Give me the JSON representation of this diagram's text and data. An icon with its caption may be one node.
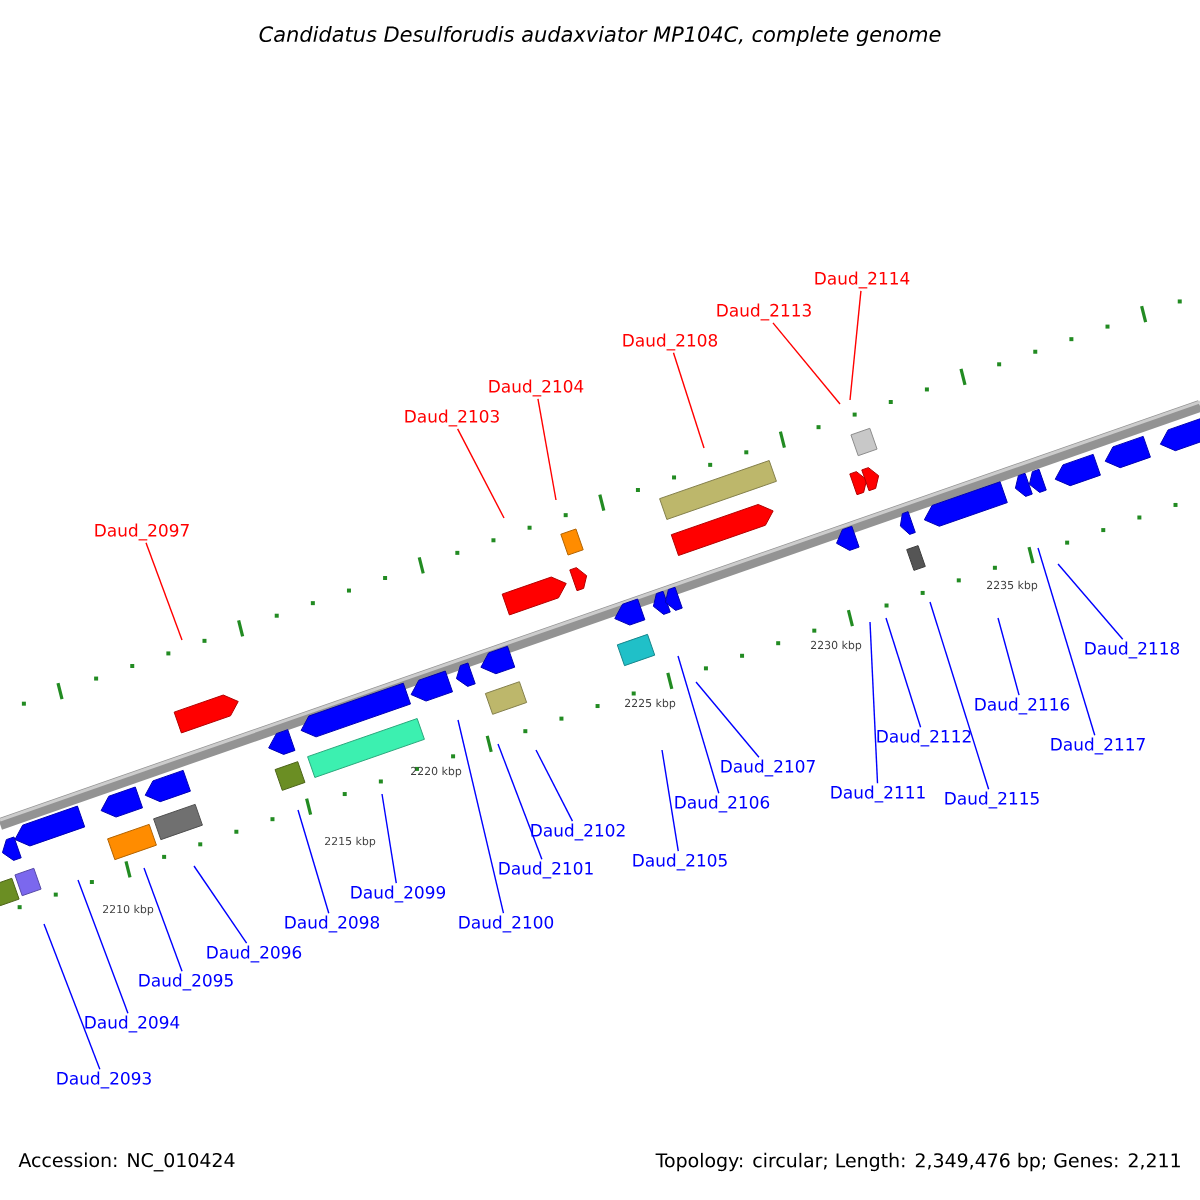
{
  "diagram": {
    "title": "Candidatus Desulforudis audaxviator MP104C, complete genome",
    "nodes": [
      {
        "text": [
          "Daud_2093"
        ]
      },
      {
        "text": [
          "Daud_2094"
        ]
      },
      {
        "text": [
          "Daud_2095"
        ]
      },
      {
        "text": [
          "Daud_2096"
        ]
      },
      {
        "text": [
          "Daud_2097"
        ]
      },
      {
        "text": [
          "Daud_2098"
        ]
      },
      {
        "text": [
          "Daud_2099"
        ]
      },
      {
        "text": [
          "Daud_2100"
        ]
      },
      {
        "text": [
          "Daud_2101"
        ]
      },
      {
        "text": [
          "Daud_2102"
        ]
      },
      {
        "text": [
          "Daud_2103"
        ]
      },
      {
        "text": [
          "Daud_2104"
        ]
      },
      {
        "text": [
          "Daud_2105"
        ]
      },
      {
        "text": [
          "Daud_2106"
        ]
      },
      {
        "text": [
          "Daud_2107"
        ]
      },
      {
        "text": [
          "Daud_2108"
        ]
      },
      {
        "text": [
          "Daud_2111"
        ]
      },
      {
        "text": [
          "Daud_2112"
        ]
      },
      {
        "text": [
          "Daud_2113"
        ]
      },
      {
        "text": [
          "Daud_2114"
        ]
      },
      {
        "text": [
          "Daud_2115"
        ]
      },
      {
        "text": [
          "Daud_2116"
        ]
      },
      {
        "text": [
          "Daud_2117"
        ]
      },
      {
        "text": [
          "Daud_2118"
        ]
      }
    ],
    "edges": [
      {
        "from": 0,
        "to": null,
        "arrow": "none"
      },
      {
        "from": 1,
        "to": null,
        "arrow": "none"
      },
      {
        "from": 2,
        "to": null,
        "arrow": "none"
      },
      {
        "from": 3,
        "to": null,
        "arrow": "none"
      },
      {
        "from": 4,
        "to": null,
        "arrow": "none",
        "color": "#ff0000"
      },
      {
        "from": 5,
        "to": null,
        "arrow": "none"
      },
      {
        "from": 6,
        "to": null,
        "arrow": "none"
      },
      {
        "from": 7,
        "to": null,
        "arrow": "none"
      },
      {
        "from": 8,
        "to": null,
        "arrow": "none"
      },
      {
        "from": 9,
        "to": null,
        "arrow": "none"
      },
      {
        "from": 10,
        "to": null,
        "arrow": "none",
        "color": "#ff0000"
      },
      {
        "from": 11,
        "to": null,
        "arrow": "none",
        "color": "#ff0000"
      },
      {
        "from": 12,
        "to": null,
        "arrow": "none"
      },
      {
        "from": 13,
        "to": null,
        "arrow": "none"
      },
      {
        "from": 14,
        "to": null,
        "arrow": "none"
      },
      {
        "from": 15,
        "to": null,
        "arrow": "none",
        "color": "#ff0000"
      },
      {
        "from": 16,
        "to": null,
        "arrow": "none"
      },
      {
        "from": 17,
        "to": null,
        "arrow": "none"
      },
      {
        "from": 18,
        "to": null,
        "arrow": "none",
        "color": "#ff0000"
      },
      {
        "from": 19,
        "to": null,
        "arrow": "none",
        "color": "#ff0000"
      },
      {
        "from": 20,
        "to": null,
        "arrow": "none"
      },
      {
        "from": 21,
        "to": null,
        "arrow": "none"
      },
      {
        "from": 22,
        "to": null,
        "arrow": "none"
      },
      {
        "from": 23,
        "to": null,
        "arrow": "none"
      }
    ],
    "labels": [
      "2210 kbp",
      "2215 kbp",
      "2220 kbp",
      "2225 kbp",
      "2230 kbp",
      "2235 kbp",
      "Accession: NC_010424",
      "Topology: circular; Length: 2,349,476 bp; Genes: 2,211"
    ]
  }
}
